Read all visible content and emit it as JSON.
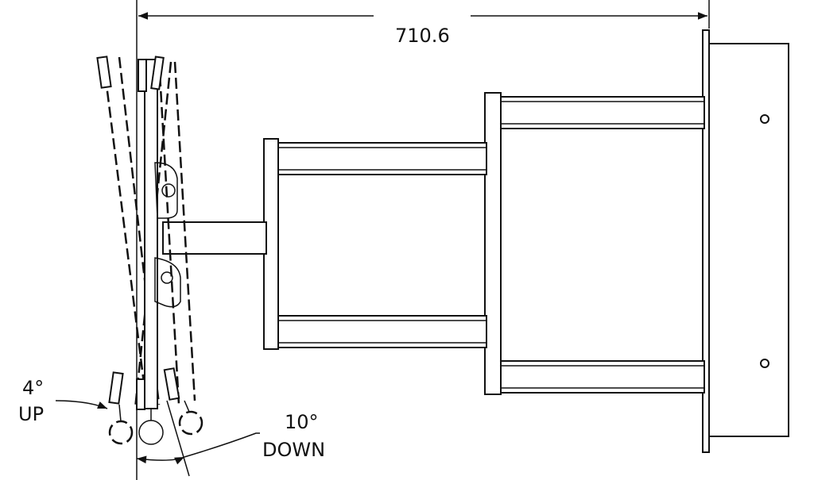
{
  "dimension": {
    "overall_width": "710.6"
  },
  "tilt_up": {
    "angle": "4°",
    "label": "UP"
  },
  "tilt_down": {
    "angle": "10°",
    "label": "DOWN"
  }
}
